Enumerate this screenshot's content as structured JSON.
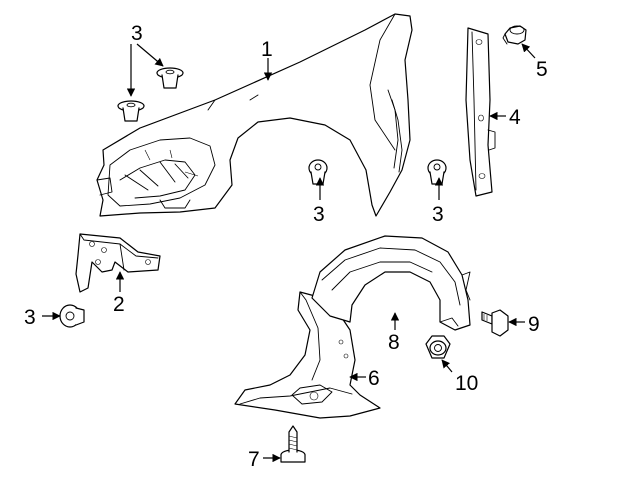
{
  "diagram": {
    "callouts": {
      "fender": "1",
      "bracket": "2",
      "clip_upper": "3",
      "clip_fender_left": "3",
      "clip_fender_right": "3",
      "clip_lower": "3",
      "side_brace": "4",
      "grommet": "5",
      "front_liner": "6",
      "screw": "7",
      "rear_liner": "8",
      "bolt": "9",
      "nut": "10"
    }
  }
}
